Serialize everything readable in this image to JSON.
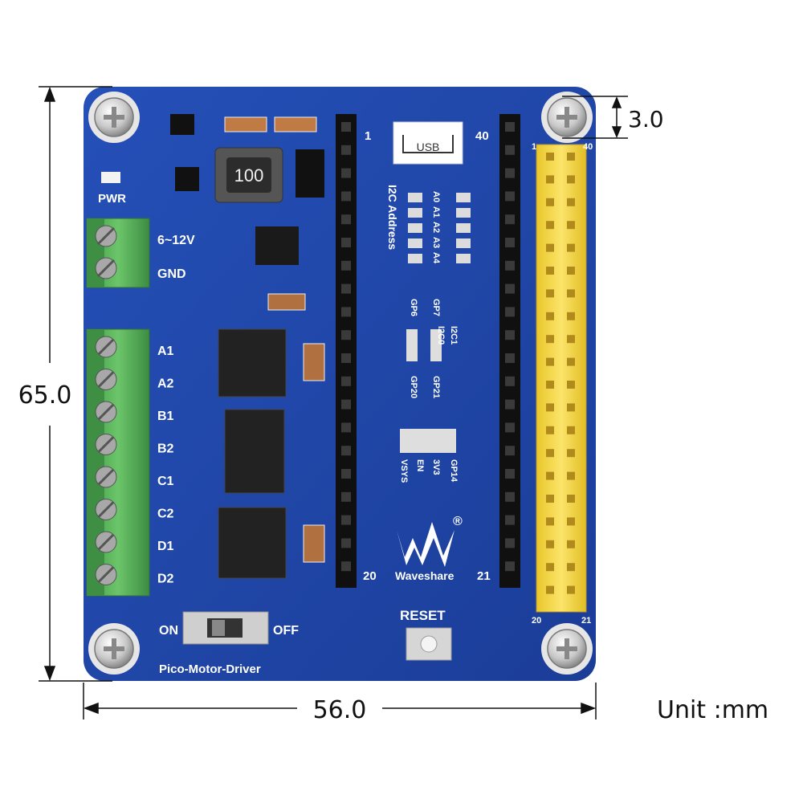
{
  "board": {
    "name": "Pico-Motor-Driver",
    "pwr_label": "PWR",
    "power_labels": [
      "6~12V",
      "GND"
    ],
    "motor_labels": [
      "A1",
      "A2",
      "B1",
      "B2",
      "C1",
      "C2",
      "D1",
      "D2"
    ],
    "switch_on": "ON",
    "switch_off": "OFF",
    "reset_label": "RESET",
    "usb_label": "USB",
    "inductor_value": "100",
    "brand": "Waveshare",
    "registered_mark": "®",
    "left_header_top": "1",
    "left_header_bottom": "20",
    "right_header_top": "40",
    "right_header_bottom": "21",
    "gpio_top_left": "1",
    "gpio_top_right": "40",
    "gpio_bottom_left": "20",
    "gpio_bottom_right": "21",
    "i2c_title": "I2C Address",
    "address_pins": [
      "A0",
      "A1",
      "A2",
      "A3",
      "A4"
    ],
    "i2c_labels": [
      "GP7",
      "GP6",
      "I2C1",
      "I2C0",
      "GP20",
      "GP21"
    ],
    "power_select_labels": [
      "VSYS",
      "EN",
      "3V3",
      "GP14"
    ]
  },
  "dimensions": {
    "height": "65.0",
    "width": "56.0",
    "hole": "3.0",
    "unit": "Unit :mm"
  },
  "colors": {
    "pcb": "#1e43a6",
    "terminal": "#5cb85c",
    "header_gold": "#f2d43a"
  }
}
